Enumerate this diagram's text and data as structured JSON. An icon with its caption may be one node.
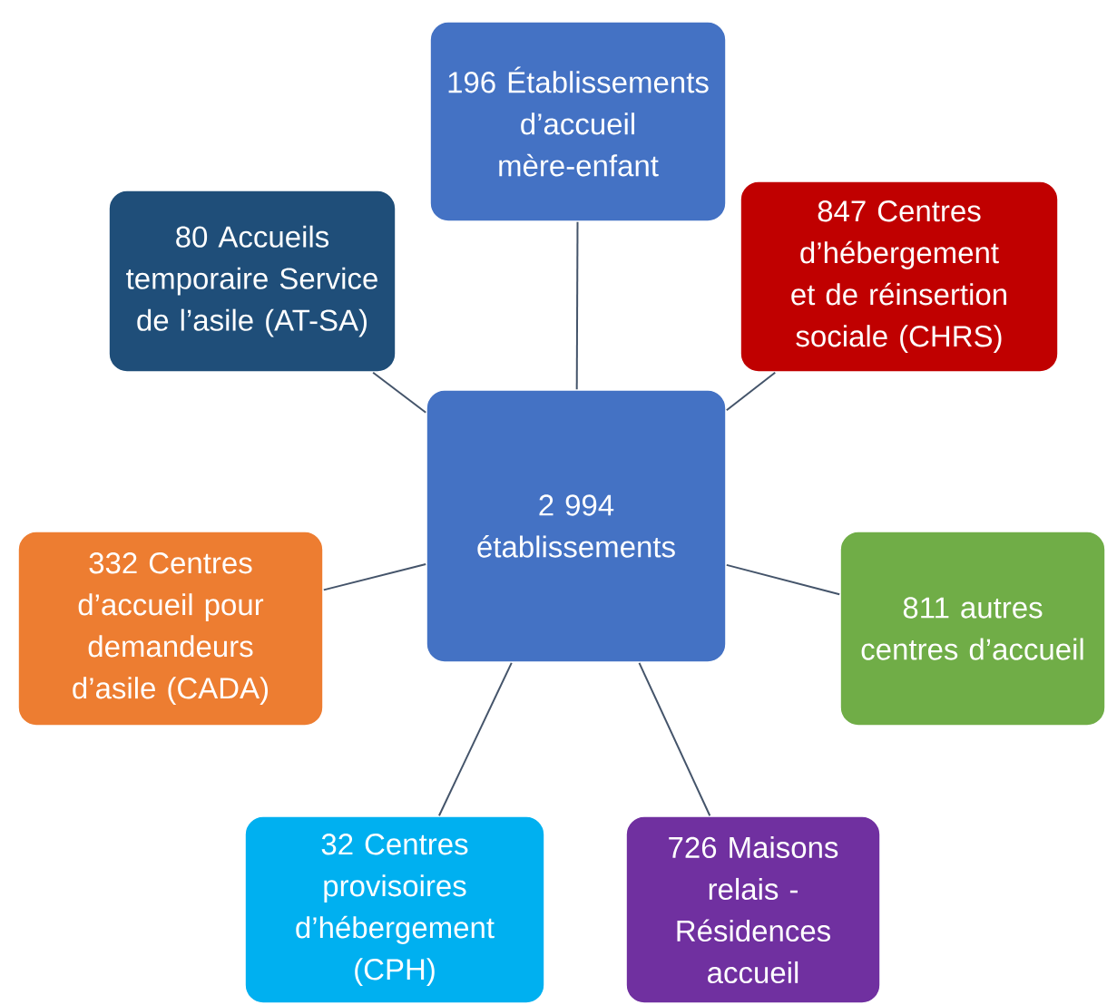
{
  "diagram": {
    "nodes": [
      {
        "text": [
          "196 Établissements d’accueil mère-enfant"
        ]
      },
      {
        "text": [
          "80 Accueils temporaire Service de l’asile (AT-SA)"
        ]
      },
      {
        "text": [
          "847 Centres d’hébergement et de réinsertion sociale (CHRS)"
        ]
      },
      {
        "text": [
          "2 994 établissements"
        ]
      },
      {
        "text": [
          "332 Centres d’accueil pour demandeurs d’asile (CADA)"
        ]
      },
      {
        "text": [
          "811 autres centres d’accueil"
        ]
      },
      {
        "text": [
          "32 Centres provisoires d’hébergement (CPH)"
        ]
      },
      {
        "text": [
          "726 Maisons relais - Résidences accueil"
        ]
      }
    ],
    "edges": [
      {
        "from": 3,
        "to": 0,
        "arrow": "none"
      },
      {
        "from": 3,
        "to": 1,
        "arrow": "none"
      },
      {
        "from": 3,
        "to": 2,
        "arrow": "none"
      },
      {
        "from": 3,
        "to": 4,
        "arrow": "none"
      },
      {
        "from": 3,
        "to": 5,
        "arrow": "none"
      },
      {
        "from": 3,
        "to": 6,
        "arrow": "none"
      },
      {
        "from": 3,
        "to": 7,
        "arrow": "none"
      }
    ]
  }
}
